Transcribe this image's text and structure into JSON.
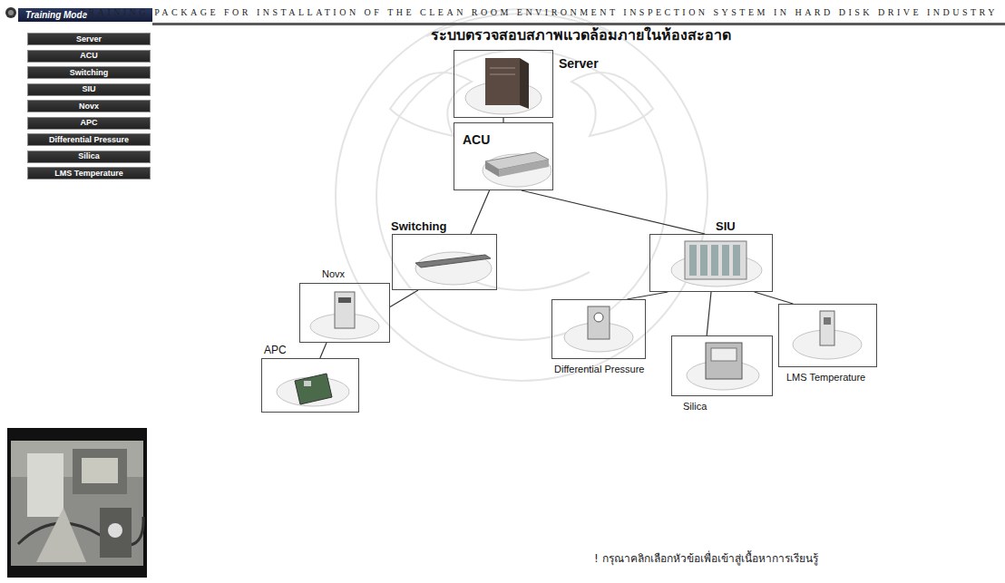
{
  "diagram": {
    "title": "ระบบตรวจสอบสภาพแวดล้อมภายในห้องสะอาด",
    "nodes": [
      {
        "text": [
          "Training Mode"
        ]
      },
      {
        "text": [
          "Server"
        ]
      },
      {
        "text": [
          "ACU"
        ]
      },
      {
        "text": [
          "Switching"
        ]
      },
      {
        "text": [
          "SIU"
        ]
      },
      {
        "text": [
          "Novx"
        ]
      },
      {
        "text": [
          "APC"
        ]
      },
      {
        "text": [
          "Differential Pressure"
        ]
      },
      {
        "text": [
          "Silica"
        ]
      },
      {
        "text": [
          "LMS Temperature"
        ]
      },
      {
        "text": [
          "Server"
        ]
      },
      {
        "text": [
          "ACU"
        ]
      },
      {
        "text": [
          "Switching"
        ]
      },
      {
        "text": [
          "SIU"
        ]
      },
      {
        "text": [
          "Novx"
        ]
      },
      {
        "text": [
          "APC"
        ]
      },
      {
        "text": [
          "Differential Pressure"
        ]
      },
      {
        "text": [
          "Silica"
        ]
      },
      {
        "text": [
          "LMS Temperature"
        ]
      }
    ],
    "edges": [
      {
        "from": 10,
        "to": 11,
        "arrow": "none"
      },
      {
        "from": 11,
        "to": 12,
        "arrow": "none"
      },
      {
        "from": 11,
        "to": 13,
        "arrow": "none"
      },
      {
        "from": 12,
        "to": 14,
        "arrow": "none"
      },
      {
        "from": 14,
        "to": 15,
        "arrow": "none"
      },
      {
        "from": 13,
        "to": 16,
        "arrow": "none"
      },
      {
        "from": 13,
        "to": 17,
        "arrow": "none"
      },
      {
        "from": 13,
        "to": 18,
        "arrow": "none"
      }
    ],
    "labels": [
      "TRAINING PACKAGE FOR INSTALLATION OF THE CLEAN ROOM ENVIRONMENT INSPECTION SYSTEM IN HARD DISK DRIVE INDUSTRY",
      "! กรุณาคลิกเลือกหัวข้อเพื่อเข้าสู่เนื้อหาการเรียนรู้"
    ]
  }
}
